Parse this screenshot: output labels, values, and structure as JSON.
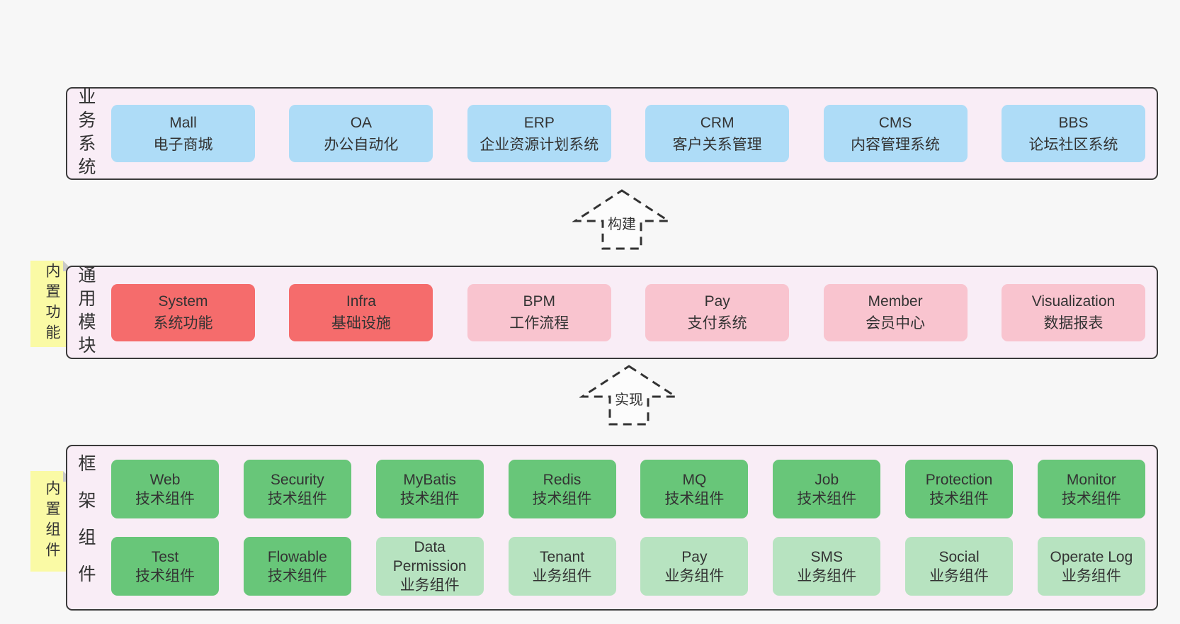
{
  "colors": {
    "page-bg": "#f7f7f7",
    "panel-bg": "#f9edf6",
    "panel-border": "#3a3a3a",
    "text": "#333333",
    "blue": "#aedcf7",
    "red": "#f56c6c",
    "pink": "#f9c4cf",
    "green": "#68c679",
    "lightgreen": "#b7e3c0",
    "sticky-yellow": "#fafaa5",
    "sticky-fold": "#c9c9c9",
    "arrow-stroke": "#333333",
    "arrow-fill": "#fcfcfc"
  },
  "arrows": [
    {
      "label": "构建"
    },
    {
      "label": "实现"
    }
  ],
  "stickies": [
    {
      "label": "内置功能"
    },
    {
      "label": "内置组件"
    }
  ],
  "layers": [
    {
      "label": "业务系统",
      "rows": [
        [
          {
            "name": "Mall",
            "subtitle": "电子商城",
            "variant": "blue"
          },
          {
            "name": "OA",
            "subtitle": "办公自动化",
            "variant": "blue"
          },
          {
            "name": "ERP",
            "subtitle": "企业资源计划系统",
            "variant": "blue"
          },
          {
            "name": "CRM",
            "subtitle": "客户关系管理",
            "variant": "blue"
          },
          {
            "name": "CMS",
            "subtitle": "内容管理系统",
            "variant": "blue"
          },
          {
            "name": "BBS",
            "subtitle": "论坛社区系统",
            "variant": "blue"
          }
        ]
      ]
    },
    {
      "label": "通用模块",
      "rows": [
        [
          {
            "name": "System",
            "subtitle": "系统功能",
            "variant": "red"
          },
          {
            "name": "Infra",
            "subtitle": "基础设施",
            "variant": "red"
          },
          {
            "name": "BPM",
            "subtitle": "工作流程",
            "variant": "pink"
          },
          {
            "name": "Pay",
            "subtitle": "支付系统",
            "variant": "pink"
          },
          {
            "name": "Member",
            "subtitle": "会员中心",
            "variant": "pink"
          },
          {
            "name": "Visualization",
            "subtitle": "数据报表",
            "variant": "pink"
          }
        ]
      ]
    },
    {
      "label": "框架组件",
      "rows": [
        [
          {
            "name": "Web",
            "subtitle": "技术组件",
            "variant": "green"
          },
          {
            "name": "Security",
            "subtitle": "技术组件",
            "variant": "green"
          },
          {
            "name": "MyBatis",
            "subtitle": "技术组件",
            "variant": "green"
          },
          {
            "name": "Redis",
            "subtitle": "技术组件",
            "variant": "green"
          },
          {
            "name": "MQ",
            "subtitle": "技术组件",
            "variant": "green"
          },
          {
            "name": "Job",
            "subtitle": "技术组件",
            "variant": "green"
          },
          {
            "name": "Protection",
            "subtitle": "技术组件",
            "variant": "green"
          },
          {
            "name": "Monitor",
            "subtitle": "技术组件",
            "variant": "green"
          }
        ],
        [
          {
            "name": "Test",
            "subtitle": "技术组件",
            "variant": "green"
          },
          {
            "name": "Flowable",
            "subtitle": "技术组件",
            "variant": "green"
          },
          {
            "name": "Data Permission",
            "subtitle": "业务组件",
            "variant": "lightgreen"
          },
          {
            "name": "Tenant",
            "subtitle": "业务组件",
            "variant": "lightgreen"
          },
          {
            "name": "Pay",
            "subtitle": "业务组件",
            "variant": "lightgreen"
          },
          {
            "name": "SMS",
            "subtitle": "业务组件",
            "variant": "lightgreen"
          },
          {
            "name": "Social",
            "subtitle": "业务组件",
            "variant": "lightgreen"
          },
          {
            "name": "Operate Log",
            "subtitle": "业务组件",
            "variant": "lightgreen"
          }
        ]
      ]
    }
  ]
}
